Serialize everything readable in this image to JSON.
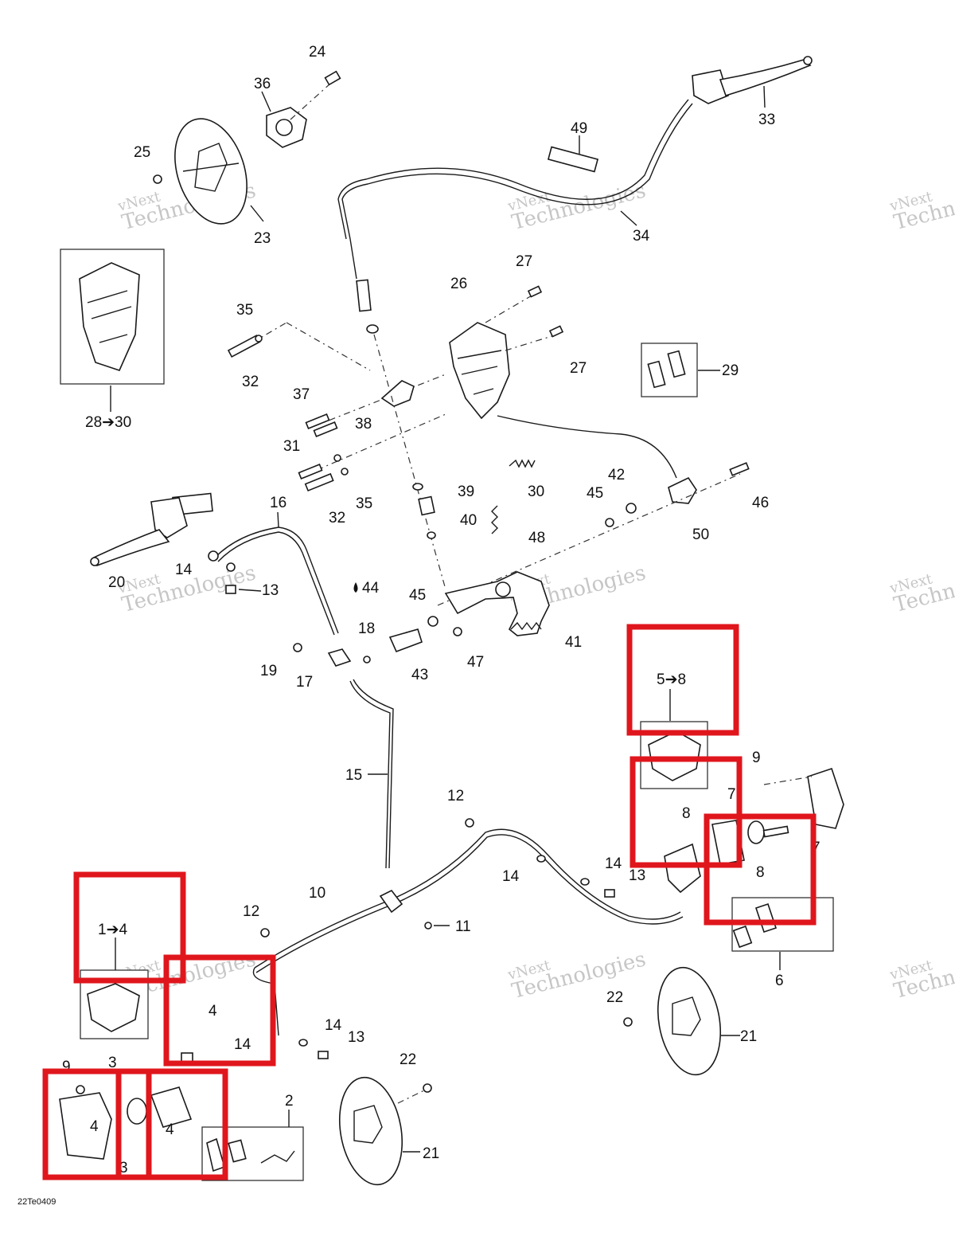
{
  "diagram": {
    "figure_id": "22Te0409",
    "watermark_line1": "vNext",
    "watermark_line2": "Technologies",
    "highlight_color": "#e0161d",
    "callouts": {
      "c24": "24",
      "c36": "36",
      "c25": "25",
      "c23": "23",
      "c33": "33",
      "c49": "49",
      "c34": "34",
      "c27a": "27",
      "c26": "26",
      "c27b": "27",
      "c35a": "35",
      "c32a": "32",
      "c28_30": "28➔30",
      "c29": "29",
      "c37": "37",
      "c38": "38",
      "c31": "31",
      "c32b": "32",
      "c35b": "35",
      "c30": "30",
      "c39": "39",
      "c40": "40",
      "c42": "42",
      "c45a": "45",
      "c46": "46",
      "c50": "50",
      "c16": "16",
      "c48": "48",
      "c20": "20",
      "c14a": "14",
      "c13a": "13",
      "c44": "44",
      "c45b": "45",
      "c41": "41",
      "c18": "18",
      "c19": "19",
      "c17": "17",
      "c43": "43",
      "c47": "47",
      "c5_8": "5➔8",
      "c9a": "9",
      "c15": "15",
      "c12a": "12",
      "c7a": "7",
      "c8a": "8",
      "c7b": "7",
      "c8b": "8",
      "c14b": "14",
      "c14c": "14",
      "c13b": "13",
      "c10": "10",
      "c11": "11",
      "c12b": "12",
      "c1_4": "1➔4",
      "c6": "6",
      "c22a": "22",
      "c21a": "21",
      "c4a": "4",
      "c14d": "14",
      "c14e": "14",
      "c13c": "13",
      "c9b": "9",
      "c3a": "3",
      "c22b": "22",
      "c2": "2",
      "c4b": "4",
      "c4c": "4",
      "c3b": "3",
      "c21b": "21"
    }
  }
}
